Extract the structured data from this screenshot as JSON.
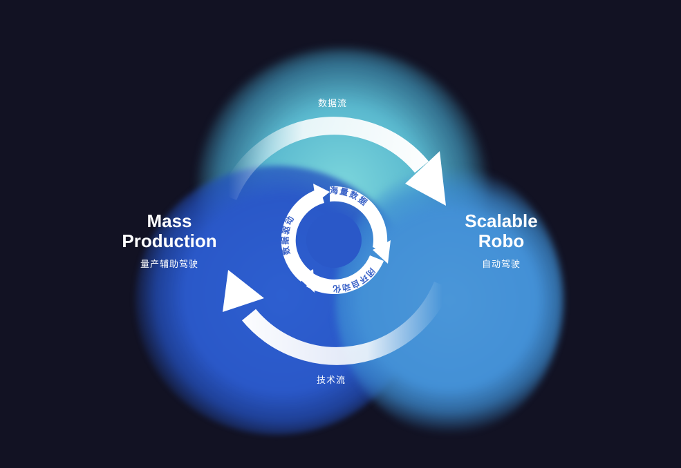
{
  "top_flow": "数据流",
  "bottom_flow": "技术流",
  "left_node": {
    "title_line1": "Mass",
    "title_line2": "Production",
    "subtitle": "量产辅助驾驶"
  },
  "right_node": {
    "title_line1": "Scalable",
    "title_line2": "Robo",
    "subtitle": "自动驾驶"
  },
  "inner_cycle": [
    {
      "label": "海量数据"
    },
    {
      "label": "闭环自动化"
    },
    {
      "label": "数据驱动"
    }
  ],
  "colors": {
    "background": "#121223",
    "inner_text": "#3a62c8",
    "arrow": "#ffffff"
  }
}
